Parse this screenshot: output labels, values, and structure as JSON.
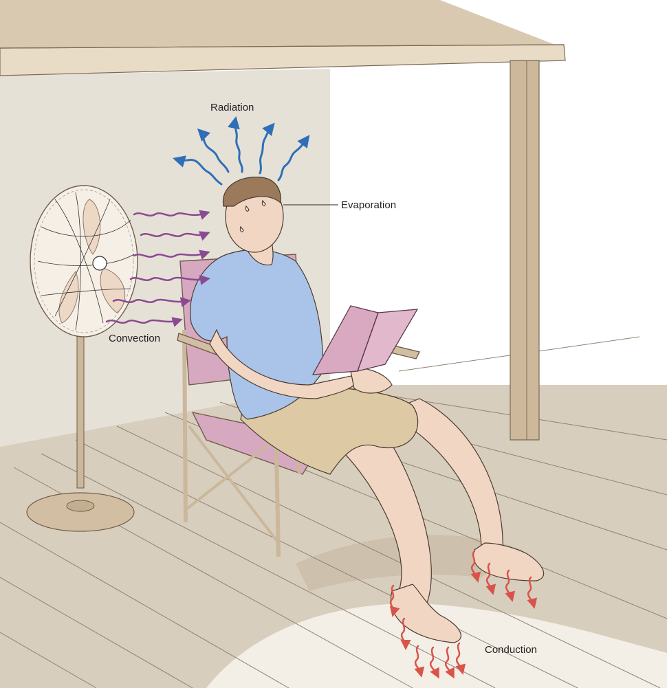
{
  "labels": {
    "radiation": "Radiation",
    "evaporation": "Evaporation",
    "convection": "Convection",
    "conduction": "Conduction"
  },
  "colors": {
    "radiation_arrows": "#2f6fb8",
    "convection_arrows": "#8a4a92",
    "conduction_arrows": "#d9534a",
    "roof": "#d9c9b0",
    "wall": "#e6e1d7",
    "deck": "#d8cebd",
    "shirt": "#a9c4e8",
    "shorts": "#ddc9a4",
    "book": "#d9a9c2",
    "chair_fabric": "#d7a9c0",
    "skin": "#f1d6c4"
  },
  "icons": {
    "fan": "fan-icon",
    "person": "person-icon",
    "chair": "chair-icon",
    "book": "book-icon"
  }
}
